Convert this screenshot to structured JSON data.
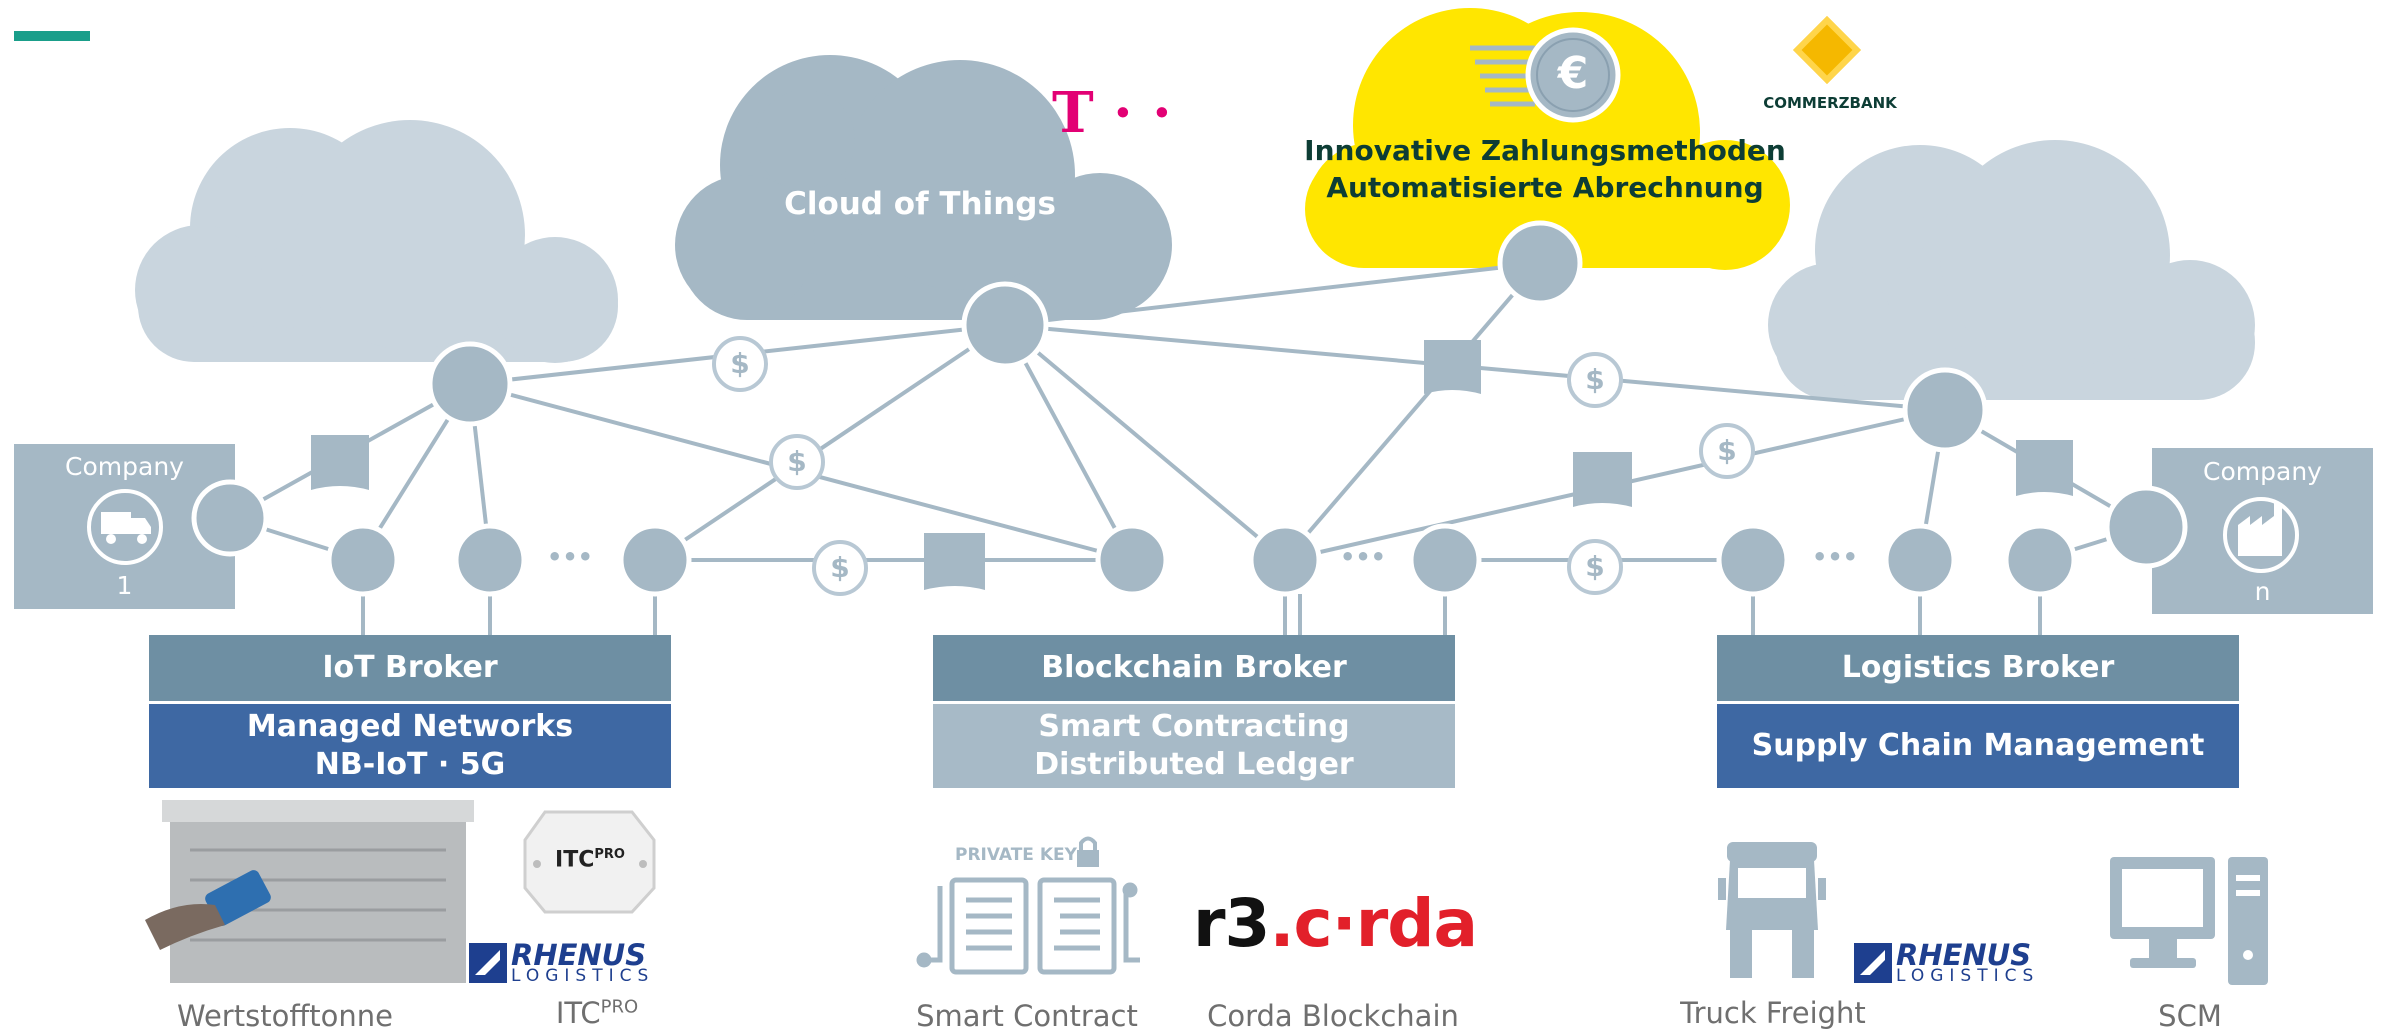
{
  "clouds": {
    "cloud_of_things": "Cloud of Things",
    "payment_line1": "Innovative Zahlungsmethoden",
    "payment_line2": "Automatisierte Abrechnung"
  },
  "logos": {
    "telekom": "T · ·",
    "commerzbank": "COMMERZBANK",
    "rhenus_top": "RHENUS",
    "rhenus_bottom": "LOGISTICS",
    "r3_prefix": "r3",
    "corda": ".c·rda",
    "itc_device": "ITC",
    "itc_device_sup": "PRO"
  },
  "companies": {
    "left_label": "Company",
    "left_number": "1",
    "right_label": "Company",
    "right_number": "n"
  },
  "icons": {
    "dollar": "$",
    "ellipsis": "•••",
    "private_key_label": "PRIVATE KEY",
    "euro": "€"
  },
  "brokers": {
    "iot": {
      "title": "IoT Broker",
      "line1": "Managed Networks",
      "line2": "NB-IoT · 5G"
    },
    "blockchain": {
      "title": "Blockchain Broker",
      "line1": "Smart Contracting",
      "line2": "Distributed Ledger"
    },
    "logistics": {
      "title": "Logistics Broker",
      "line1": "Supply Chain Management"
    }
  },
  "captions": {
    "wertstofftonne": "Wertstofftonne",
    "itcpro": "ITC",
    "itcpro_sup": "PRO",
    "smart_contract": "Smart Contract",
    "corda_blockchain": "Corda Blockchain",
    "truck_freight": "Truck Freight",
    "scm": "SCM"
  },
  "colors": {
    "accent_teal": "#1a9e8a",
    "cloud_light": "#c9d5de",
    "cloud_dark": "#a5b8c5",
    "node": "#a5b8c5",
    "broker_header": "#6e8fa3",
    "broker_blue": "#3e68a3",
    "broker_light": "#a7bac7",
    "payment_yellow": "#ffe600",
    "telekom_magenta": "#e20074",
    "corda_red": "#e2202a"
  }
}
